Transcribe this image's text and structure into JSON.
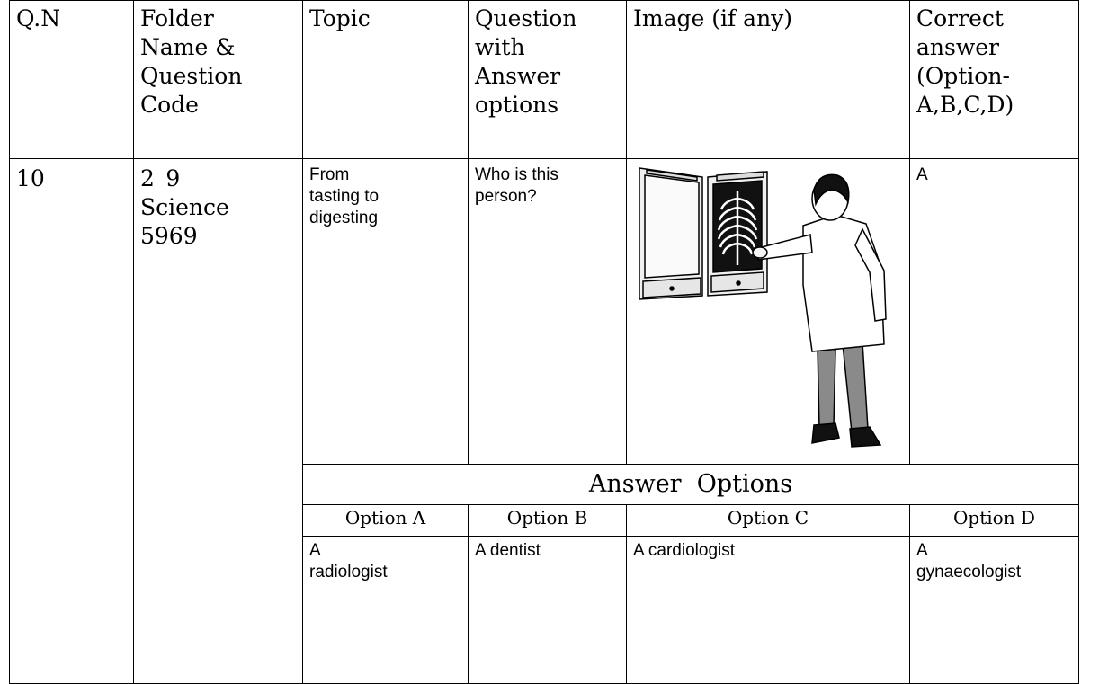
{
  "headers": {
    "qn": "Q.N",
    "folder": [
      "Folder",
      "Name &",
      "Question",
      "Code"
    ],
    "topic": "Topic",
    "question": [
      "Question",
      "with",
      "Answer",
      "options"
    ],
    "image": "Image (if any)",
    "correct": [
      "Correct",
      "answer",
      "(Option-",
      "A,B,C,D)"
    ]
  },
  "row": {
    "qn": "10",
    "folder": [
      "2_9",
      "Science",
      "5969"
    ],
    "topic": [
      "From",
      "tasting to",
      "digesting"
    ],
    "question": [
      "Who is this",
      "person?"
    ],
    "image_icon": "doctor-viewing-xray-icon",
    "correct": "A"
  },
  "answer_options": {
    "title": "Answer  Options",
    "labels": [
      "Option A",
      "Option B",
      "Option C",
      "Option D"
    ],
    "values": [
      [
        "A",
        "radiologist"
      ],
      [
        "A dentist"
      ],
      [
        "A cardiologist"
      ],
      [
        "A",
        "gynaecologist"
      ]
    ]
  }
}
